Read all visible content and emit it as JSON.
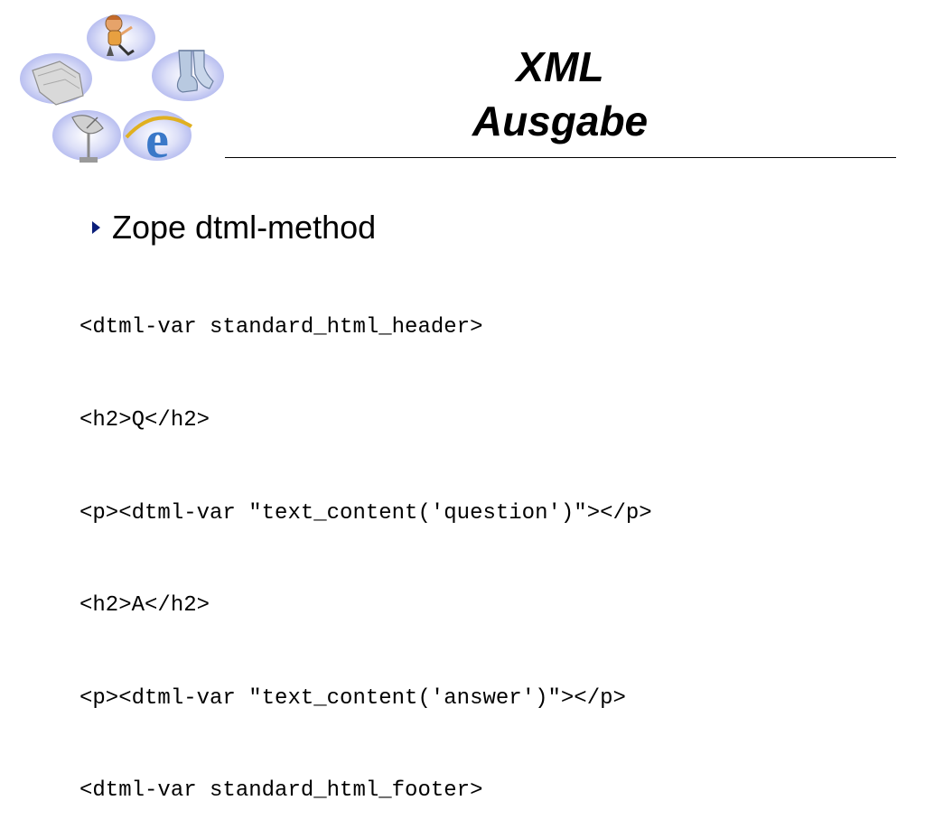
{
  "slide": {
    "title_line1": "XML",
    "title_line2": "Ausgabe",
    "bullet_text": "Zope dtml-method",
    "code_lines": [
      "<dtml-var standard_html_header>",
      "<h2>Q</h2>",
      "<p><dtml-var \"text_content('question')\"></p>",
      "<h2>A</h2>",
      "<p><dtml-var \"text_content('answer')\"></p>",
      "<dtml-var standard_html_footer>"
    ]
  },
  "icons": {
    "logo_items": [
      "cartoon-figure-icon",
      "stone-tablet-icon",
      "boots-icon",
      "satellite-dish-icon",
      "internet-explorer-icon"
    ],
    "bullet": "triangle-right-icon"
  },
  "colors": {
    "bullet": "#0b1f7a",
    "logo_halo": "#c8cdf4",
    "text": "#000000"
  }
}
